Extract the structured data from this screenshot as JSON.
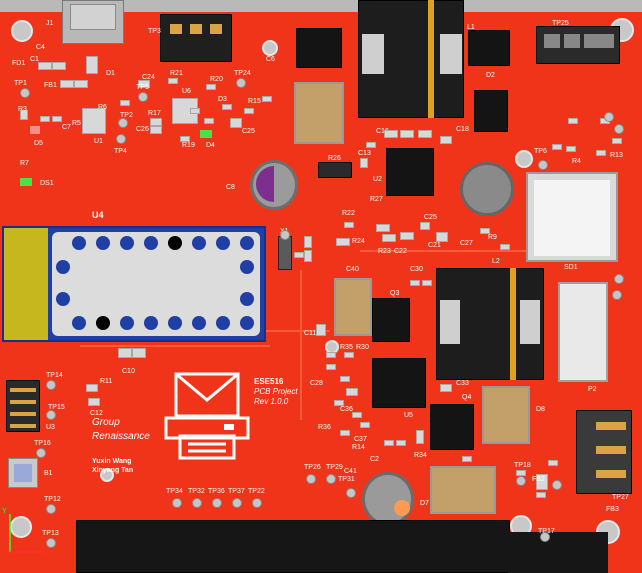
{
  "board": {
    "colors": {
      "board": "#f0341a",
      "background": "#b9b9b9",
      "silkscreen": "#ffffff",
      "module_pcb": "#1f3fa5",
      "module_antenna": "#c7b71f",
      "pads": "#d8d8d8"
    },
    "project": {
      "course": "ESE516",
      "title": "PCB Project",
      "rev": "Rev 1.0.0"
    },
    "group": {
      "line1": "Group",
      "line2": "Renaissance"
    },
    "authors": [
      "Yuxin Wang",
      "Xinyang Tan"
    ],
    "logo_icon": "mail-printer-icon",
    "axes": {
      "y": "Y",
      "x": "X"
    },
    "refs": {
      "J1": "J1",
      "C4": "C4",
      "FD1": "FD1",
      "C1": "C1",
      "FB1": "FB1",
      "D1": "D1",
      "TP1": "TP1",
      "R3": "R3",
      "D5": "D5",
      "C7": "C7",
      "R5": "R5",
      "R6": "R6",
      "U1": "U1",
      "TP2": "TP2",
      "TP4": "TP4",
      "R7": "R7",
      "DS1": "DS1",
      "TP3": "TP3",
      "C24": "C24",
      "R21": "R21",
      "R20": "R20",
      "TP5": "TP5",
      "U6": "U6",
      "R17": "R17",
      "C26": "C26",
      "D3": "D3",
      "R15": "R15",
      "R19": "R19",
      "D4": "D4",
      "C25": "C25",
      "TP24": "TP24",
      "C8": "C8",
      "R26": "R26",
      "C6": "C6",
      "L1": "L1",
      "D2": "D2",
      "TP25": "TP25",
      "C16": "C16",
      "C18": "C18",
      "C13": "C13",
      "U2": "U2",
      "R22": "R22",
      "R27": "R27",
      "C25b": "C25",
      "R24": "R24",
      "R23": "R23",
      "C22": "C22",
      "C21": "C21",
      "C27": "C27",
      "L2": "L2",
      "R9": "R9",
      "R4": "R4",
      "R13": "R13",
      "TP6": "TP6",
      "SD1": "SD1",
      "U4": "U4",
      "X1": "X1",
      "C40": "C40",
      "C30": "C30",
      "Q3": "Q3",
      "C11": "C11",
      "C10": "C10",
      "R35": "R35",
      "R30": "R30",
      "C28": "C28",
      "U5": "U5",
      "C33": "C33",
      "Q4": "Q4",
      "D8": "D8",
      "P2": "P2",
      "R36": "R36",
      "C37": "C37",
      "C36": "C36",
      "R34": "R34",
      "TP14": "TP14",
      "R11": "R11",
      "TP15": "TP15",
      "C12": "C12",
      "U3": "U3",
      "TP16": "TP16",
      "B1": "B1",
      "TP12": "TP12",
      "TP13": "TP13",
      "TP34": "TP34",
      "TP32": "TP32",
      "TP36": "TP36",
      "TP37": "TP37",
      "TP22": "TP22",
      "TP26": "TP26",
      "TP29": "TP29",
      "C41": "C41",
      "TP31": "TP31",
      "D7": "D7",
      "TP18": "TP18",
      "TP17": "TP17",
      "FB3": "FB3",
      "TP27": "TP27",
      "FB2": "FB2",
      "C2": "C2",
      "R14": "R14"
    }
  }
}
